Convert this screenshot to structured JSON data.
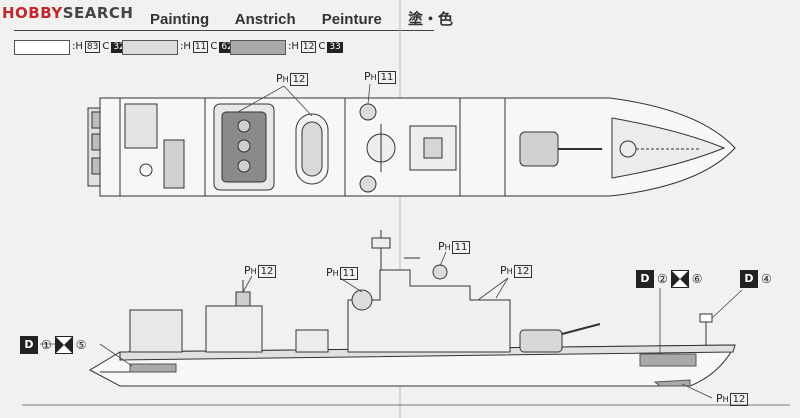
{
  "header": {
    "logo_main": "HOBBY",
    "logo_sub": "SEARCH",
    "title": "Painting Anstrich Peinture 塗・色"
  },
  "swatches": [
    {
      "h": "83",
      "c": "32",
      "fill": "#ffffff"
    },
    {
      "h": "11",
      "c": "62",
      "fill": "#dcdcdc"
    },
    {
      "h": "12",
      "c": "33",
      "fill": "#a9a9a9"
    }
  ],
  "callouts": {
    "h_prefix": "P",
    "h_sub": "H",
    "top_view_boat": "12",
    "top_view_radome": "11",
    "side_mast": "12",
    "side_dome_left": "11",
    "side_dome_right": "11",
    "side_rack": "12",
    "side_bottom": "12"
  },
  "markings": {
    "left_num1": "①",
    "left_num2": "⑤",
    "mid_num1": "②",
    "mid_num2": "⑥",
    "right_num": "④",
    "d_label": "D"
  }
}
